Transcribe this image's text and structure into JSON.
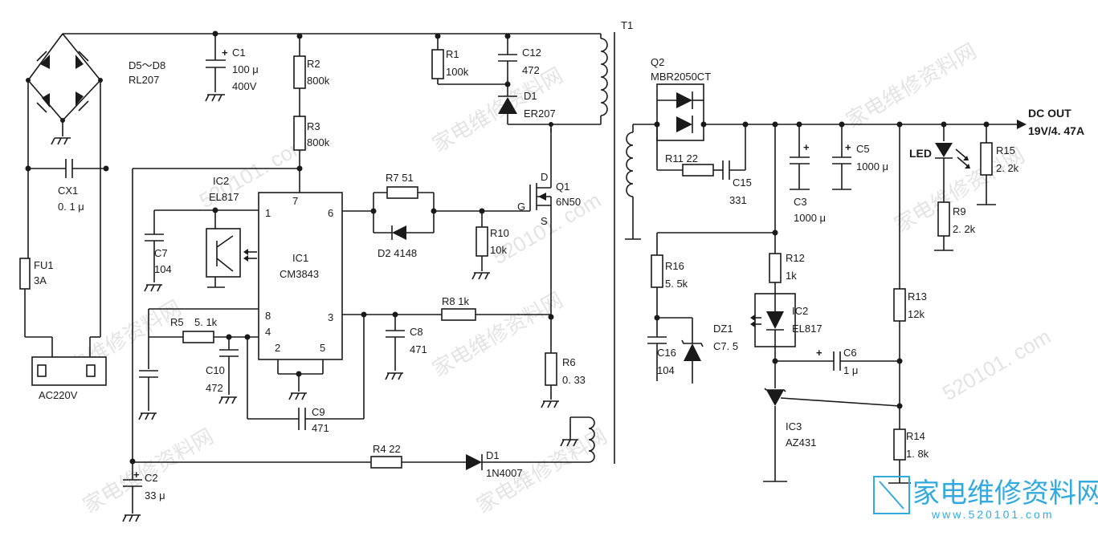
{
  "transformer": {
    "label": "T1"
  },
  "input": {
    "bridge_label": "D5～D8",
    "bridge_part": "RL207",
    "cx1_name": "CX1",
    "cx1_value": "0. 1 μ",
    "fuse_name": "FU1",
    "fuse_value": "3A",
    "ac_label": "AC220V",
    "c1_name": "C1",
    "c1_value": "100 μ",
    "c1_voltage": "400V",
    "r2_name": "R2",
    "r2_value": "800k",
    "r3_name": "R3",
    "r3_value": "800k"
  },
  "primary": {
    "ic2_name": "IC2",
    "ic2_part": "EL817",
    "ic1_name": "IC1",
    "ic1_part": "CM3843",
    "pins": [
      "7",
      "1",
      "6",
      "8",
      "4",
      "3",
      "2",
      "5"
    ],
    "c7_name": "C7",
    "c7_value": "104",
    "r5_name": "R5",
    "r5_value": "5. 1k",
    "c10_name": "C10",
    "c10_value": "472",
    "c9_name": "C9",
    "c9_value": "471",
    "r7_label": "R7  51",
    "d2_label": "D2  4148",
    "r10_name": "R10",
    "r10_value": "10k",
    "q1_name": "Q1",
    "q1_part": "6N50",
    "q1_d": "D",
    "q1_g": "G",
    "q1_s": "S",
    "r8_label": "R8  1k",
    "c8_name": "C8",
    "c8_value": "471",
    "r6_name": "R6",
    "r6_value": "0. 33",
    "r1_name": "R1",
    "r1_value": "100k",
    "c12_name": "C12",
    "c12_value": "472",
    "d1_name": "D1",
    "d1_part": "ER207",
    "r4_label": "R4  22",
    "d1b_name": "D1",
    "d1b_part": "1N4007",
    "c2_name": "C2",
    "c2_value": "33 μ"
  },
  "secondary": {
    "q2_name": "Q2",
    "q2_part": "MBR2050CT",
    "r11_label": "R11  22",
    "c15_name": "C15",
    "c15_value": "331",
    "c3_name": "C3",
    "c3_value": "1000 μ",
    "c5_name": "C5",
    "c5_value": "1000 μ",
    "out_label": "DC OUT",
    "out_value": "19V/4. 47A",
    "led_label": "LED",
    "r15_name": "R15",
    "r15_value": "2. 2k",
    "r9_name": "R9",
    "r9_value": "2. 2k",
    "r16_name": "R16",
    "r16_value": "5. 5k",
    "r12_name": "R12",
    "r12_value": "1k",
    "ic2_name": "IC2",
    "ic2_part": "EL817",
    "dz1_label": "DZ1",
    "dz1_value": "C7. 5",
    "c16_name": "C16",
    "c16_value": "104",
    "c6_name": "C6",
    "c6_value": "1 μ",
    "r13_name": "R13",
    "r13_value": "12k",
    "ic3_name": "IC3",
    "ic3_part": "AZ431",
    "r14_name": "R14",
    "r14_value": "1. 8k"
  },
  "watermark": {
    "site_a": "家电维修资料网",
    "site_b": "520101. com",
    "logo_text": "家电维修资料网",
    "logo_url": "www.520101.com"
  }
}
